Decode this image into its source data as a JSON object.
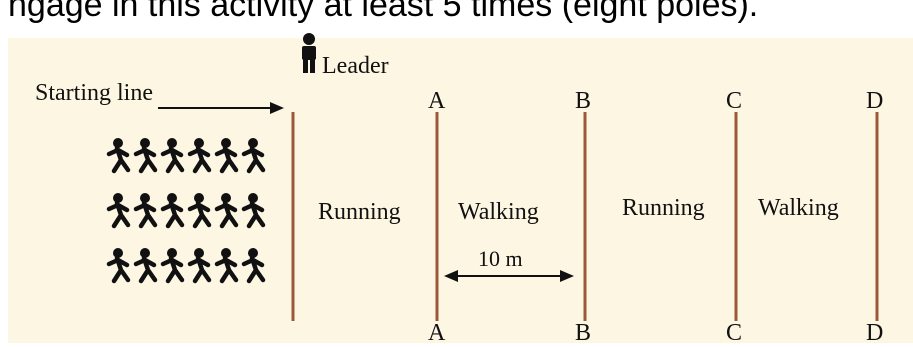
{
  "top_clip_text": "ngage in this activity at least 5 times (eight poles).",
  "leader_label": "Leader",
  "starting_line_label": "Starting line",
  "lanes": [
    "A",
    "B",
    "C",
    "D"
  ],
  "activities": [
    "Running",
    "Walking",
    "Running",
    "Walking"
  ],
  "distance_label": "10 m",
  "runner_group": {
    "rows": 3,
    "per_row": 6
  },
  "colors": {
    "background": "#fdf6e3",
    "line": "#9a5a3a",
    "ink": "#111111"
  }
}
